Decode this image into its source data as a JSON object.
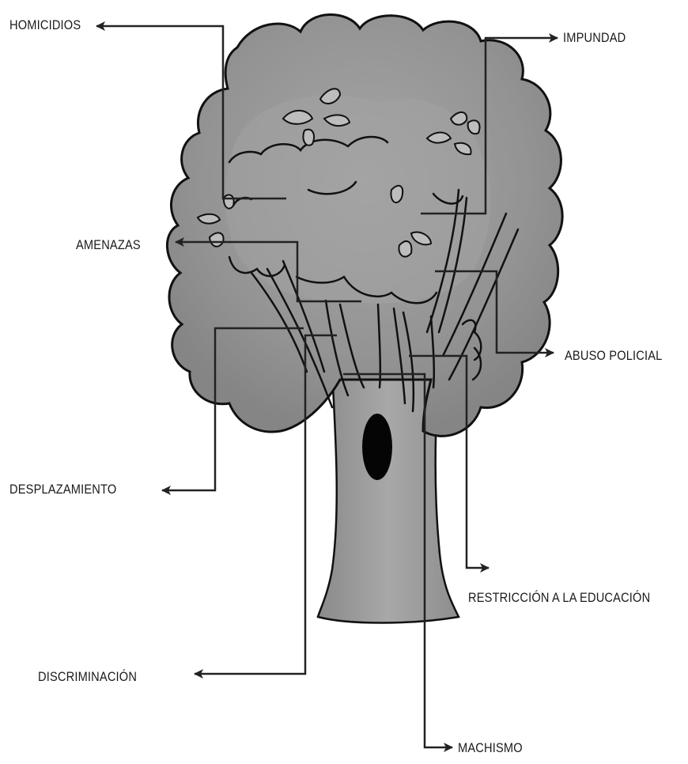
{
  "labels": {
    "homicidios": "HOMICIDIOS",
    "impunidad": "IMPUNDAD",
    "amenazas": "AMENAZAS",
    "abuso_policial": "ABUSO POLICIAL",
    "desplazamiento": "DESPLAZAMIENTO",
    "restriccion": "RESTRICCIÓN A LA EDUCACIÓN",
    "discriminacion": "DISCRIMINACIÓN",
    "machismo": "MACHISMO"
  },
  "colors": {
    "canopy": "#8f8f8f",
    "canopy_light": "#a3a3a3",
    "trunk": "#999999",
    "outline": "#111111",
    "hollow": "#050505",
    "connector": "#222222"
  },
  "icons": {
    "arrow": "arrowhead",
    "leaf": "leaf-icon"
  }
}
